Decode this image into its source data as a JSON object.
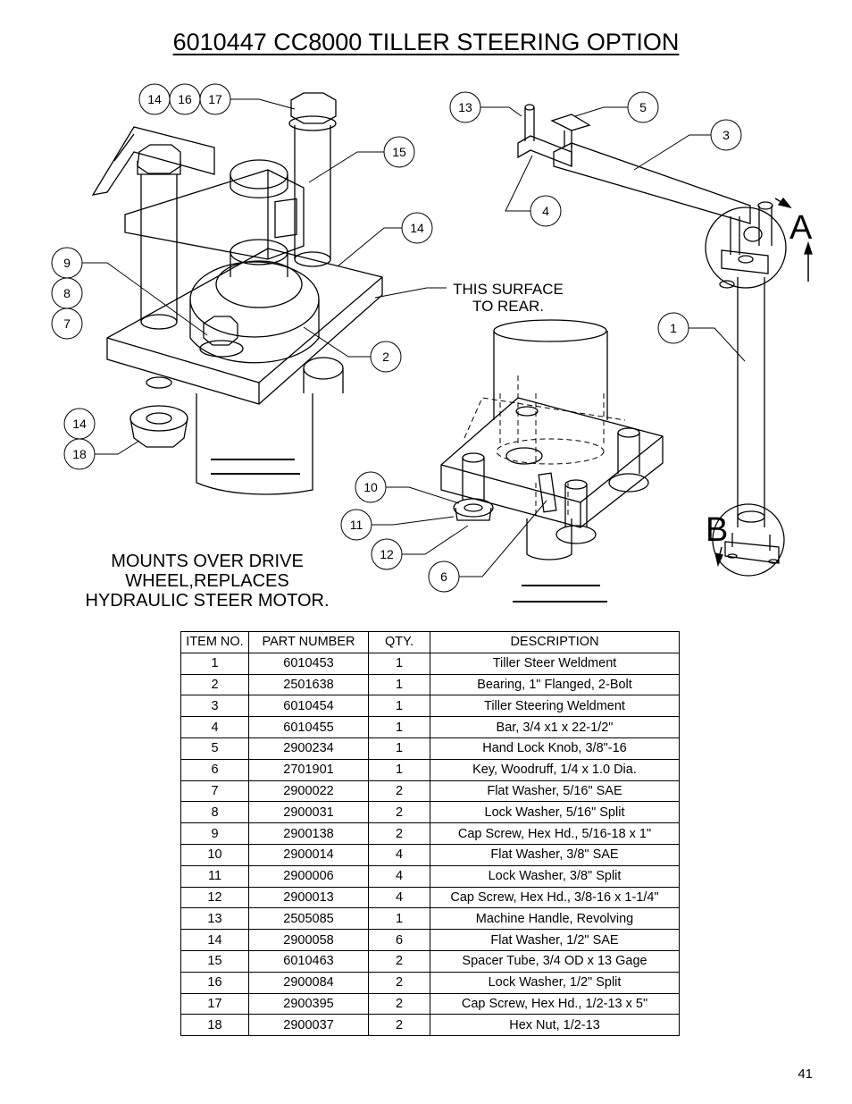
{
  "title": "6010447  CC8000 TILLER STEERING OPTION",
  "notes": {
    "surface_line1": "THIS SURFACE",
    "surface_line2": "TO REAR.",
    "mounts_line1": "MOUNTS OVER DRIVE",
    "mounts_line2": "WHEEL,REPLACES",
    "mounts_line3": "HYDRAULIC STEER MOTOR.",
    "view_a": "A",
    "view_b": "B"
  },
  "callouts": [
    "14",
    "16",
    "17",
    "15",
    "14",
    "9",
    "8",
    "7",
    "2",
    "14",
    "18",
    "13",
    "5",
    "3",
    "4",
    "1",
    "10",
    "11",
    "12",
    "6"
  ],
  "table": {
    "headers": [
      "ITEM NO.",
      "PART NUMBER",
      "QTY.",
      "DESCRIPTION"
    ],
    "rows": [
      [
        "1",
        "6010453",
        "1",
        "Tiller Steer Weldment"
      ],
      [
        "2",
        "2501638",
        "1",
        "Bearing, 1\" Flanged, 2-Bolt"
      ],
      [
        "3",
        "6010454",
        "1",
        "Tiller Steering Weldment"
      ],
      [
        "4",
        "6010455",
        "1",
        "Bar, 3/4 x1 x 22-1/2\""
      ],
      [
        "5",
        "2900234",
        "1",
        "Hand Lock Knob, 3/8\"-16"
      ],
      [
        "6",
        "2701901",
        "1",
        "Key, Woodruff, 1/4 x 1.0 Dia."
      ],
      [
        "7",
        "2900022",
        "2",
        "Flat Washer, 5/16\" SAE"
      ],
      [
        "8",
        "2900031",
        "2",
        "Lock Washer, 5/16\" Split"
      ],
      [
        "9",
        "2900138",
        "2",
        "Cap Screw, Hex Hd., 5/16-18 x 1\""
      ],
      [
        "10",
        "2900014",
        "4",
        "Flat Washer, 3/8\" SAE"
      ],
      [
        "11",
        "2900006",
        "4",
        "Lock Washer, 3/8\" Split"
      ],
      [
        "12",
        "2900013",
        "4",
        "Cap Screw, Hex Hd., 3/8-16 x 1-1/4\""
      ],
      [
        "13",
        "2505085",
        "1",
        "Machine Handle, Revolving"
      ],
      [
        "14",
        "2900058",
        "6",
        "Flat Washer, 1/2\" SAE"
      ],
      [
        "15",
        "6010463",
        "2",
        "Spacer Tube, 3/4 OD x 13 Gage"
      ],
      [
        "16",
        "2900084",
        "2",
        "Lock Washer, 1/2\" Split"
      ],
      [
        "17",
        "2900395",
        "2",
        "Cap Screw, Hex Hd., 1/2-13 x 5\""
      ],
      [
        "18",
        "2900037",
        "2",
        "Hex Nut, 1/2-13"
      ]
    ]
  },
  "page_number": "41"
}
